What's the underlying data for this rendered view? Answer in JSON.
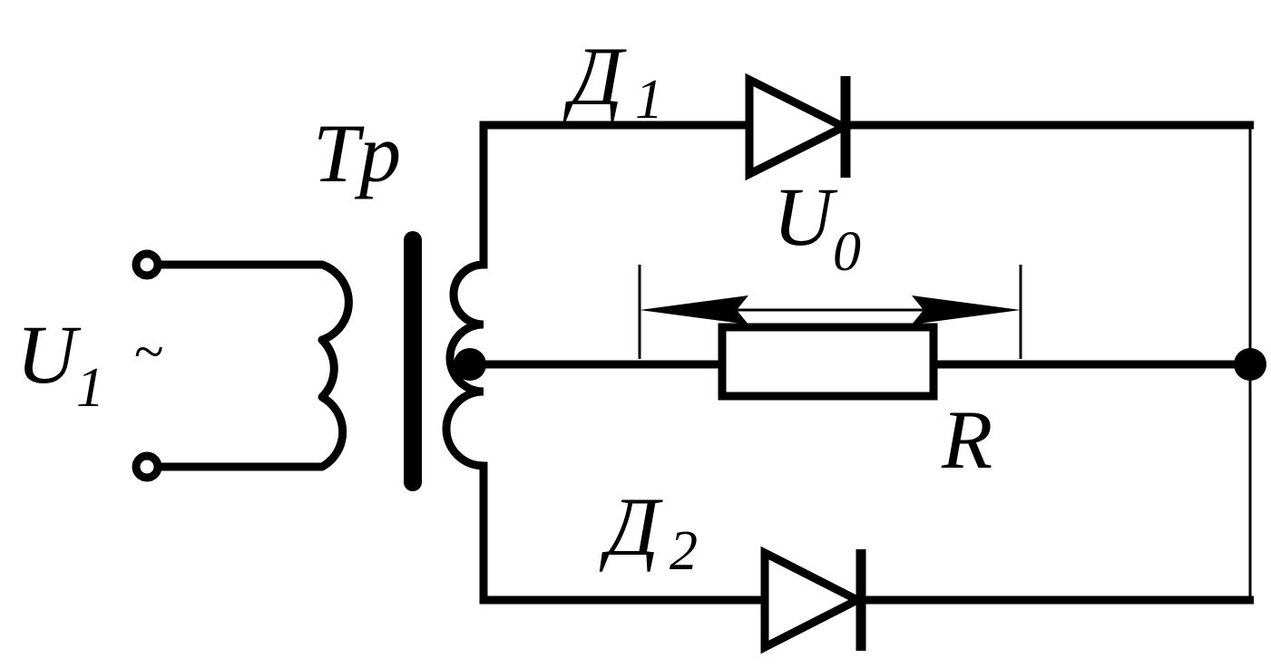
{
  "labels": {
    "transformer": "Tp",
    "input_voltage": "U",
    "input_voltage_sub": "1",
    "ac_symbol": "~",
    "diode1": "Д",
    "diode1_sub": "1",
    "diode2": "Д",
    "diode2_sub": "2",
    "output_voltage": "U",
    "output_voltage_sub": "0",
    "resistor": "R"
  },
  "colors": {
    "line": "#000000",
    "background": "#ffffff"
  }
}
